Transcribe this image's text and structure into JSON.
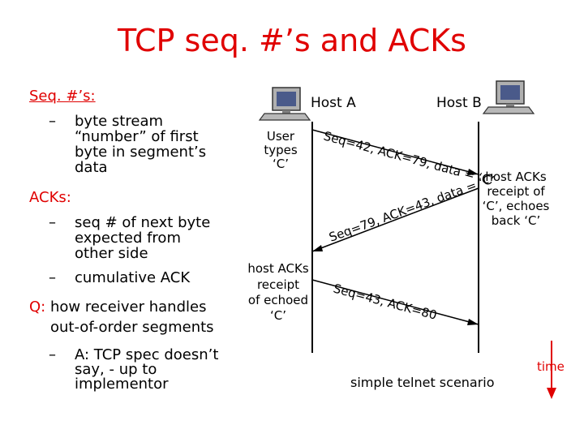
{
  "title": "TCP seq. #’s and ACKs",
  "left": {
    "seq_heading": "Seq. #’s:",
    "seq_bullet_dash": "–",
    "seq_bullet_lines": [
      "byte stream",
      "“number” of first",
      "byte in segment’s",
      "data"
    ],
    "acks_heading": "ACKs:",
    "ack_bullet1_lines": [
      "seq # of next byte",
      "expected from",
      "other side"
    ],
    "ack_bullet2": "cumulative ACK",
    "q_prefix": "Q:",
    "q_line1": " how receiver handles",
    "q_line2": "out-of-order segments",
    "a_lines": [
      "A: TCP spec doesn’t",
      "say, - up to",
      "implementor"
    ]
  },
  "diagram": {
    "host_a": "Host A",
    "host_b": "Host B",
    "user_types": [
      "User",
      "types",
      "‘C’"
    ],
    "host_b_note": [
      "host ACKs",
      "receipt of",
      "‘C’, echoes",
      "back ‘C’"
    ],
    "host_a_note": [
      "host ACKs",
      "receipt",
      "of echoed",
      "‘C’"
    ],
    "msg1": "Seq=42, ACK=79, data = ‘C’",
    "msg2": "Seq=79, ACK=43, data = ‘C’",
    "msg3": "Seq=43, ACK=80",
    "caption": "simple telnet scenario",
    "time_label": "time"
  }
}
